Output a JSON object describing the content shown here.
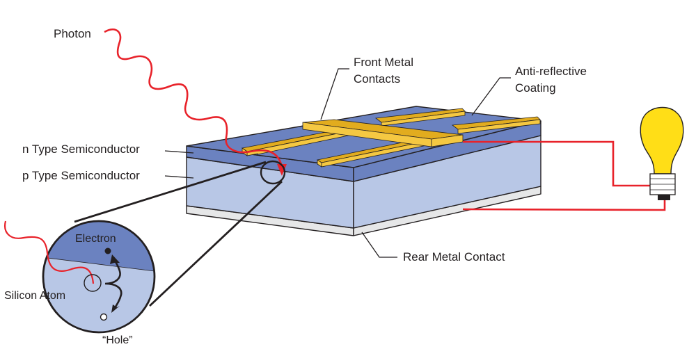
{
  "title": "Solar cell (photovoltaic) operation diagram",
  "labels": {
    "photon": "Photon",
    "front_metal_contacts_line1": "Front Metal",
    "front_metal_contacts_line2": "Contacts",
    "anti_reflective_line1": "Anti-reflective",
    "anti_reflective_line2": "Coating",
    "n_type": "n Type Semiconductor",
    "p_type": "p Type Semiconductor",
    "rear_metal_contact": "Rear Metal Contact",
    "electron": "Electron",
    "silicon_atom": "Silicon Atom",
    "hole": "“Hole”"
  },
  "colors": {
    "n_layer": "#6b82c0",
    "p_layer": "#b8c7e6",
    "metal_contact": "#f5c842",
    "metal_contact_shade": "#e2ac1e",
    "rear_contact": "#e6e7e8",
    "photon_wave": "#e8222a",
    "circuit_wire": "#e8222a",
    "bulb": "#ffde17",
    "outline": "#231f20"
  }
}
